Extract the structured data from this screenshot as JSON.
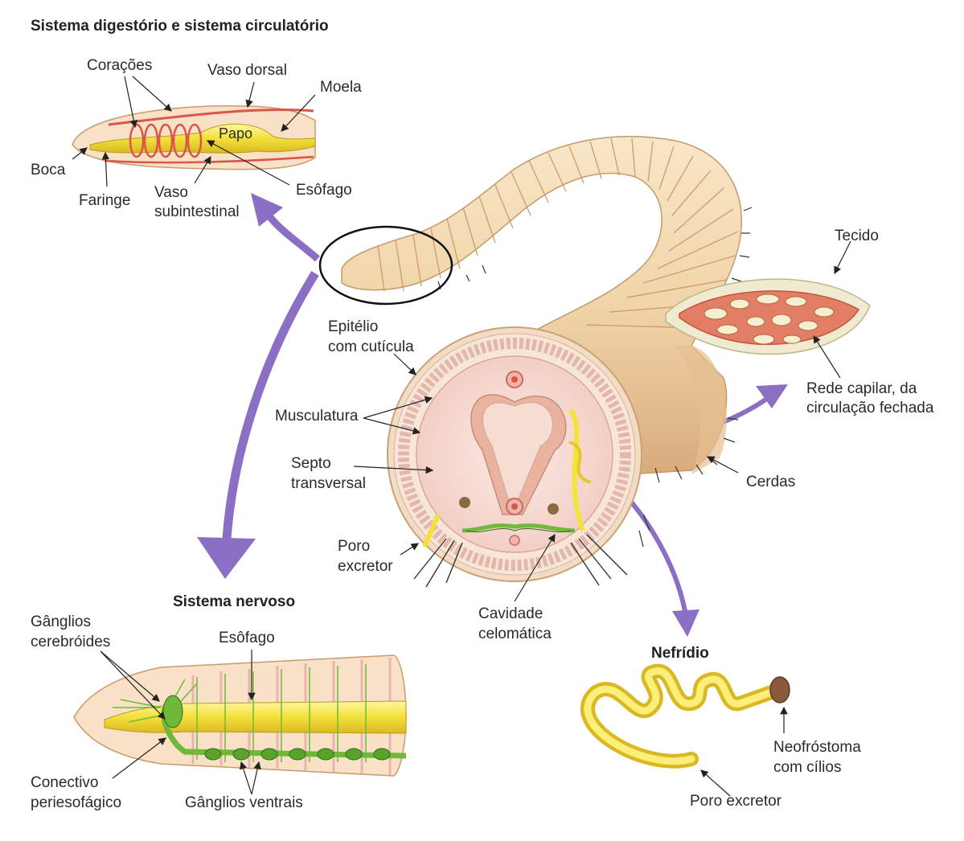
{
  "titles": {
    "digestive": "Sistema digestório e sistema circulatório",
    "nervous": "Sistema nervoso",
    "nephridium": "Nefrídio"
  },
  "labels": {
    "coracoes": "Corações",
    "vaso_dorsal": "Vaso dorsal",
    "moela": "Moela",
    "papo": "Papo",
    "boca": "Boca",
    "faringe": "Faringe",
    "vaso_sub_1": "Vaso",
    "vaso_sub_2": "subintestinal",
    "esofago_top": "Esôfago",
    "tecido": "Tecido",
    "rede_1": "Rede capilar, da",
    "rede_2": "circulação fechada",
    "epitelio_1": "Epitélio",
    "epitelio_2": "com cutícula",
    "musculatura": "Musculatura",
    "septo_1": "Septo",
    "septo_2": "transversal",
    "cerdas": "Cerdas",
    "poro_1": "Poro",
    "poro_2": "excretor",
    "cavidade_1": "Cavidade",
    "cavidade_2": "celomática",
    "ganglios_cer_1": "Gânglios",
    "ganglios_cer_2": "cerebróides",
    "esofago_nerv": "Esôfago",
    "conectivo_1": "Conectivo",
    "conectivo_2": "periesofágico",
    "ganglios_ventrais": "Gânglios ventrais",
    "neofrostoma_1": "Neofróstoma",
    "neofrostoma_2": "com cílios",
    "poro_excretor_neph": "Poro excretor"
  },
  "colors": {
    "skin": "#f3d8b0",
    "skin_dark": "#d9b083",
    "vessel": "#d9564a",
    "gut": "#f2e23a",
    "nerve": "#6fb83a",
    "arrow": "#8a6fc4",
    "tissue": "#f0ead0"
  }
}
